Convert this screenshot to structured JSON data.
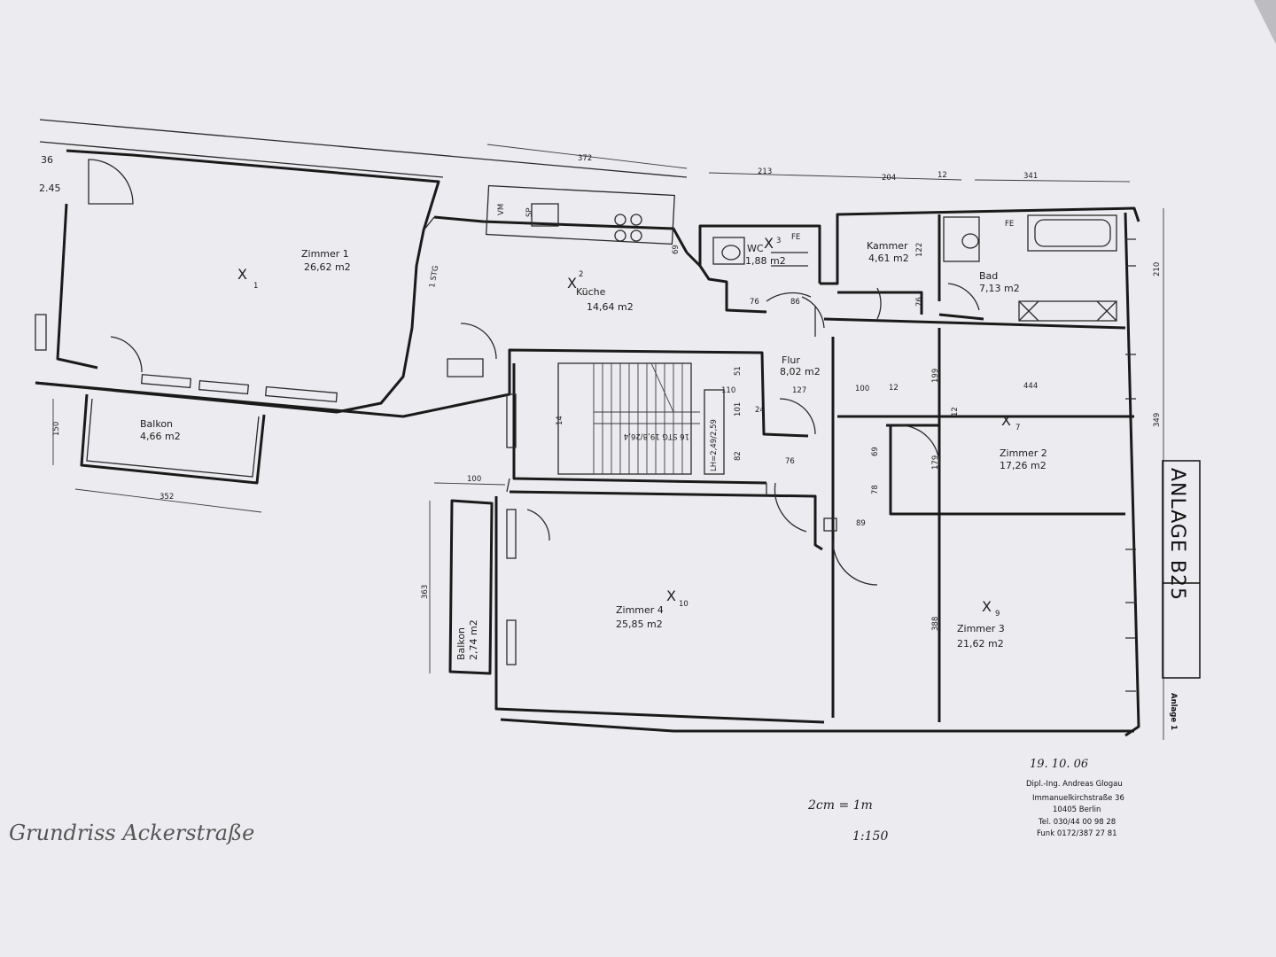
{
  "rooms": {
    "zimmer1": {
      "name": "Zimmer 1",
      "area": "26,62 m2",
      "marker": "X",
      "index": "1"
    },
    "kueche": {
      "name": "Küche",
      "area": "14,64 m2",
      "marker": "X",
      "index": "2"
    },
    "wc": {
      "name": "WC",
      "area": "1,88 m2",
      "marker": "X",
      "index": "3"
    },
    "kammer": {
      "name": "Kammer",
      "area": "4,61 m2"
    },
    "bad": {
      "name": "Bad",
      "area": "7,13 m2"
    },
    "flur": {
      "name": "Flur",
      "area": "8,02 m2"
    },
    "zimmer2": {
      "name": "Zimmer 2",
      "area": "17,26 m2",
      "marker": "X",
      "index": "7"
    },
    "zimmer3": {
      "name": "Zimmer 3",
      "area": "21,62 m2",
      "marker": "X",
      "index": "9"
    },
    "zimmer4": {
      "name": "Zimmer 4",
      "area": "25,85 m2",
      "marker": "X",
      "index": "10"
    },
    "balkon1": {
      "name": "Balkon",
      "area": "4,66 m2"
    },
    "balkon2": {
      "name": "Balkon",
      "area": "2,74 m2"
    }
  },
  "stairs": {
    "steps": "16 STG 19,8/26,4",
    "height": "LH=2,49/2,59",
    "count": "14"
  },
  "fixtures": {
    "vm": "VM",
    "sp": "SP",
    "fe1": "FE",
    "fe2": "FE",
    "stg": "1 STG"
  },
  "dimensions": {
    "d372": "372",
    "d213": "213",
    "d204": "204",
    "d12a": "12",
    "d341": "341",
    "d210": "210",
    "d349": "349",
    "d352": "352",
    "d150": "150",
    "d100a": "100",
    "d363": "363",
    "d76a": "76",
    "d86": "86",
    "d110": "110",
    "d127": "127",
    "d100b": "100",
    "d12b": "12",
    "d444": "444",
    "d199": "199",
    "d179": "179",
    "d89": "89",
    "d76b": "76",
    "d76c": "76",
    "d122": "122",
    "d69": "69",
    "d388": "388",
    "d24": "24",
    "d51": "51",
    "d101": "101",
    "d82": "82",
    "d12c": "12",
    "d69b": "69",
    "d78": "78",
    "d36": "36",
    "d245": "2.45"
  },
  "stamp": {
    "date": "19. 10. 06",
    "name": "Dipl.-Ing. Andreas Glogau",
    "street": "Immanuelkirchstraße 36",
    "city": "10405 Berlin",
    "tel": "Tel. 030/44 00 98 28",
    "funk": "Funk 0172/387 27 81"
  },
  "annotations": {
    "handwritten": "Grundriss Ackerstraße",
    "scale_note": "2cm = 1m",
    "scale": "1:150",
    "anlage_box": "ANLAGE B25",
    "anlage_side": "Anlage 1"
  },
  "colors": {
    "paper": "#ecebef",
    "background": "#c9c8cc",
    "ink": "#1a1a1a"
  }
}
